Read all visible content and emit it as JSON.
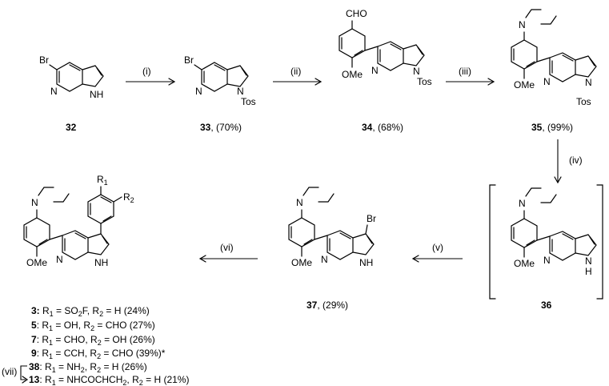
{
  "atoms": {
    "br": "Br",
    "n": "N",
    "nh": "NH",
    "h": "H",
    "tos": "Tos",
    "cho": "CHO",
    "ome": "OMe",
    "r1": "R",
    "r1_sub": "1",
    "r2": "R",
    "r2_sub": "2"
  },
  "reagents": {
    "i": "(i)",
    "ii": "(ii)",
    "iii": "(iii)",
    "iv": "(iv)",
    "v": "(v)",
    "vi": "(vi)",
    "vii": "(vii)"
  },
  "compounds": {
    "c32": "32",
    "c33": "33",
    "c33_yield": ", (70%)",
    "c34": "34",
    "c34_yield": ", (68%)",
    "c35": "35",
    "c35_yield": ", (99%)",
    "c36": "36",
    "c37": "37",
    "c37_yield": ", (29%)"
  },
  "products": [
    {
      "num": "3:",
      "a": " R",
      "s1": "1",
      "b": " = SO",
      "s2": "2",
      "c": "F, R",
      "s3": "2",
      "d": " = H (24%)"
    },
    {
      "num": "5",
      "a": ": R",
      "s1": "1",
      "b": " =  OH, R",
      "s2": "2",
      "c": " = CHO (27%)"
    },
    {
      "num": "7",
      "a": ": R",
      "s1": "1",
      "b": " =  CHO, R",
      "s2": "2",
      "c": " = OH (26%)"
    },
    {
      "num": "9",
      "a": ": R",
      "s1": "1",
      "b": " =  CCH, R",
      "s2": "2",
      "c": " = CHO (39%)*"
    },
    {
      "num": "38",
      "a": ": R",
      "s1": "1",
      "b": " = NH",
      "s2": "2",
      "c": ", R",
      "s3": "2",
      "d": " = H (26%)"
    },
    {
      "num": "13",
      "a": ": R",
      "s1": "1",
      "b": " = NHCOCHCH",
      "s2": "2",
      "c": ", R",
      "s3": "2",
      "d": " = H (21%)"
    }
  ]
}
